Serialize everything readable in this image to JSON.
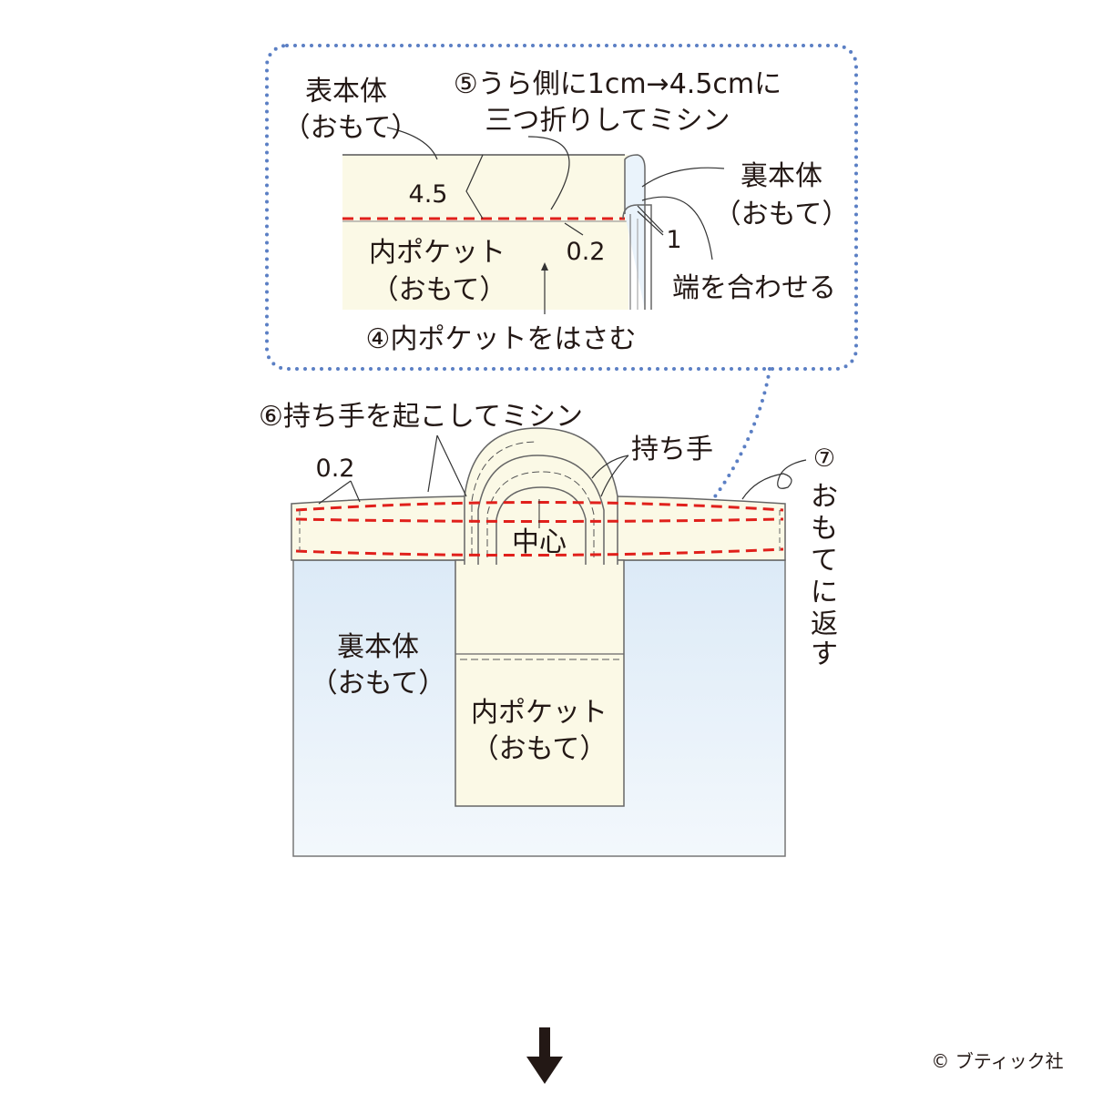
{
  "callout": {
    "outer_label": [
      "表本体",
      "（おもて）"
    ],
    "step5": [
      "⑤うら側に1cm→4.5cmに",
      "三つ折りしてミシン"
    ],
    "width_45": "4.5",
    "width_02": "0.2",
    "pocket_label": [
      "内ポケット",
      "（おもて）"
    ],
    "step4": "④内ポケットをはさむ",
    "inner_label": [
      "裏本体",
      "（おもて）"
    ],
    "width_1": "1",
    "align_edges": "端を合わせる"
  },
  "bag": {
    "step6": "⑥持ち手を起こしてミシン",
    "width_02": "0.2",
    "handle_label": "持ち手",
    "center_label": "中心",
    "step7_num": "⑦",
    "step7": [
      "お",
      "も",
      "て",
      "に",
      "返",
      "す"
    ],
    "lining_label": [
      "裏本体",
      "（おもて）"
    ],
    "pocket_label": [
      "内ポケット",
      "（おもて）"
    ]
  },
  "copyright": "© ブティック社",
  "colors": {
    "stitch": "#e0201b",
    "callout": "#5b7fc4",
    "cream": "#fbf9e6",
    "lining": "#e6f1fa",
    "ink": "#231815"
  }
}
